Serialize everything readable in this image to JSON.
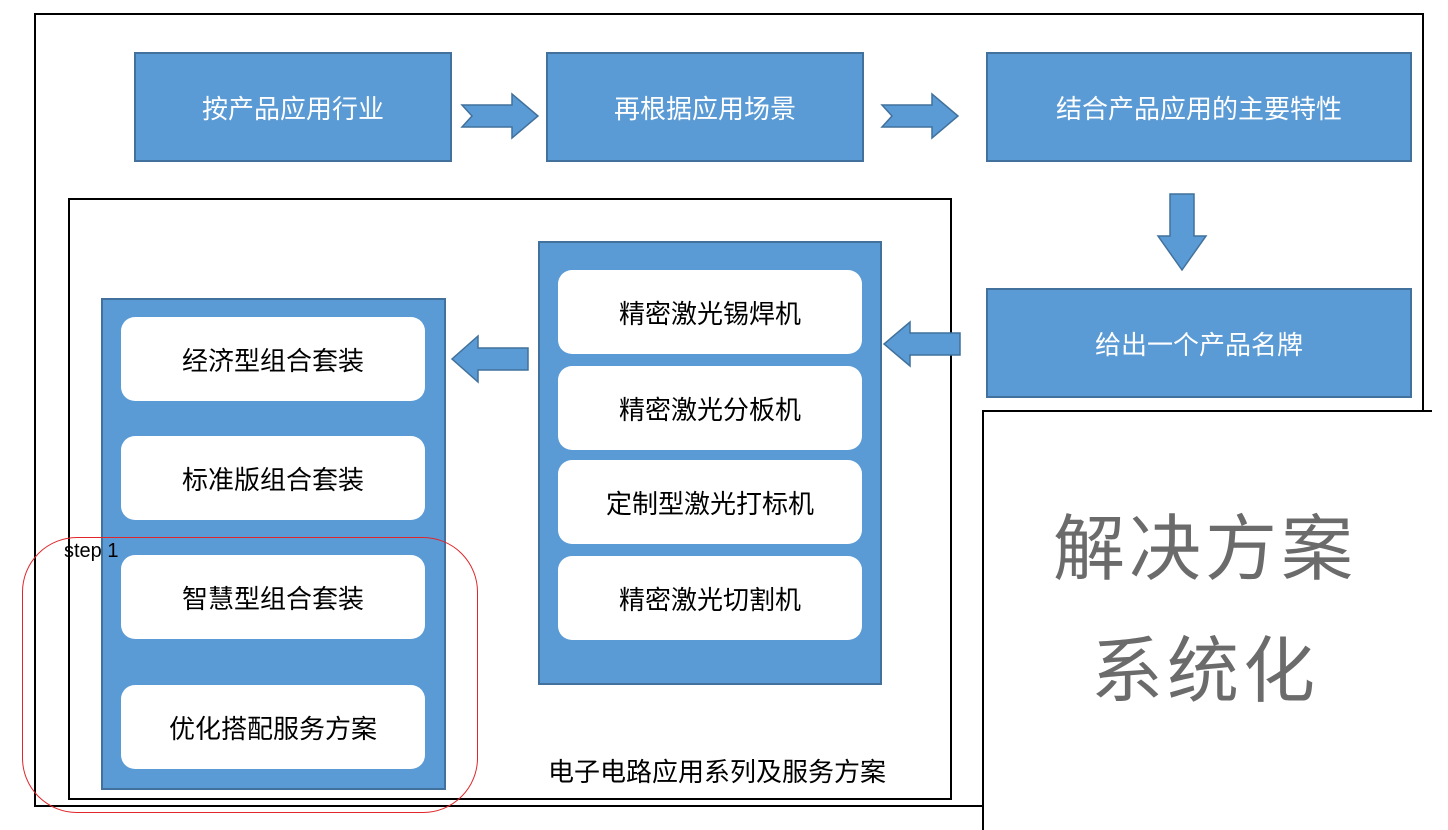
{
  "flow_top": [
    "按产品应用行业",
    "再根据应用场景",
    "结合产品应用的主要特性"
  ],
  "nameplate": "给出一个产品名牌",
  "products": [
    "精密激光锡焊机",
    "精密激光分板机",
    "定制型激光打标机",
    "精密激光切割机"
  ],
  "packages": [
    "经济型组合套装",
    "标准版组合套装",
    "智慧型组合套装",
    "优化搭配服务方案"
  ],
  "group_label": "电子电路应用系列及服务方案",
  "step_label": "step 1",
  "title": [
    "解决方案",
    "系统化"
  ],
  "colors": {
    "box_fill": "#5b9bd5",
    "box_border": "#41719c",
    "highlight": "#e0262b",
    "title_text": "#6b6b6b"
  }
}
